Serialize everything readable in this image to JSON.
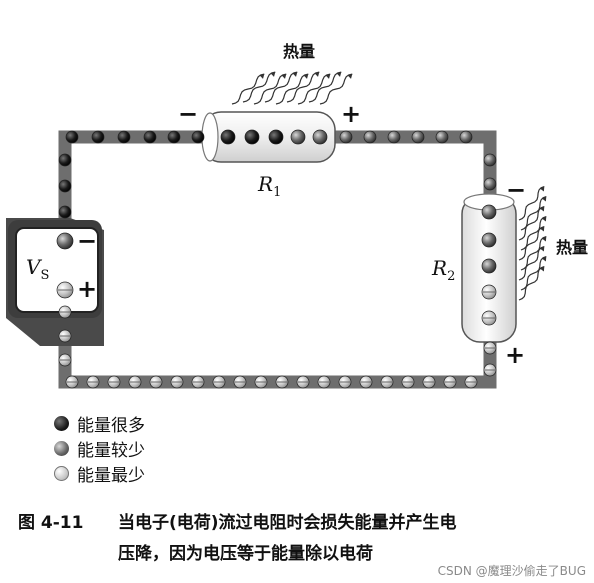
{
  "labels": {
    "heat_top": "热量",
    "heat_right": "热量",
    "r1_name": "R",
    "r1_sub": "1",
    "r2_name": "R",
    "r2_sub": "2",
    "vs_name": "V",
    "vs_sub": "S",
    "minus": "−",
    "plus": "+"
  },
  "legend": [
    {
      "label": "能量很多",
      "level": "high",
      "color": "#1a1a1a"
    },
    {
      "label": "能量较少",
      "level": "medium",
      "color": "#555555"
    },
    {
      "label": "能量最少",
      "level": "low",
      "color": "#bdbdbd"
    }
  ],
  "caption": {
    "figure_number": "图 4-11",
    "line1": "当电子(电荷)流过电阻时会损失能量并产生电",
    "line2": "压降，因为电压等于能量除以电荷"
  },
  "watermark": "CSDN @魔理沙偷走了BUG",
  "colors": {
    "wire": "#6e6e6e",
    "resistor_fill": "#f1f1f1",
    "battery_dark": "#555555"
  }
}
